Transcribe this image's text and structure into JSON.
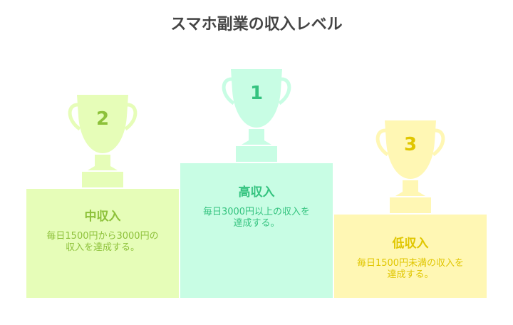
{
  "title": "スマホ副業の収入レベル",
  "podiums": [
    {
      "rank": "2",
      "heading": "中収入",
      "description": "毎日1500円から3000円の収入を達成する。",
      "fill": "#e6fdb8",
      "text_color": "#8dc13a"
    },
    {
      "rank": "1",
      "heading": "高収入",
      "description": "毎日3000円以上の収入を達成する。",
      "fill": "#c8fde4",
      "text_color": "#34c37f"
    },
    {
      "rank": "3",
      "heading": "低収入",
      "description": "毎日1500円未満の収入を達成する。",
      "fill": "#fff7b4",
      "text_color": "#e0c600"
    }
  ]
}
